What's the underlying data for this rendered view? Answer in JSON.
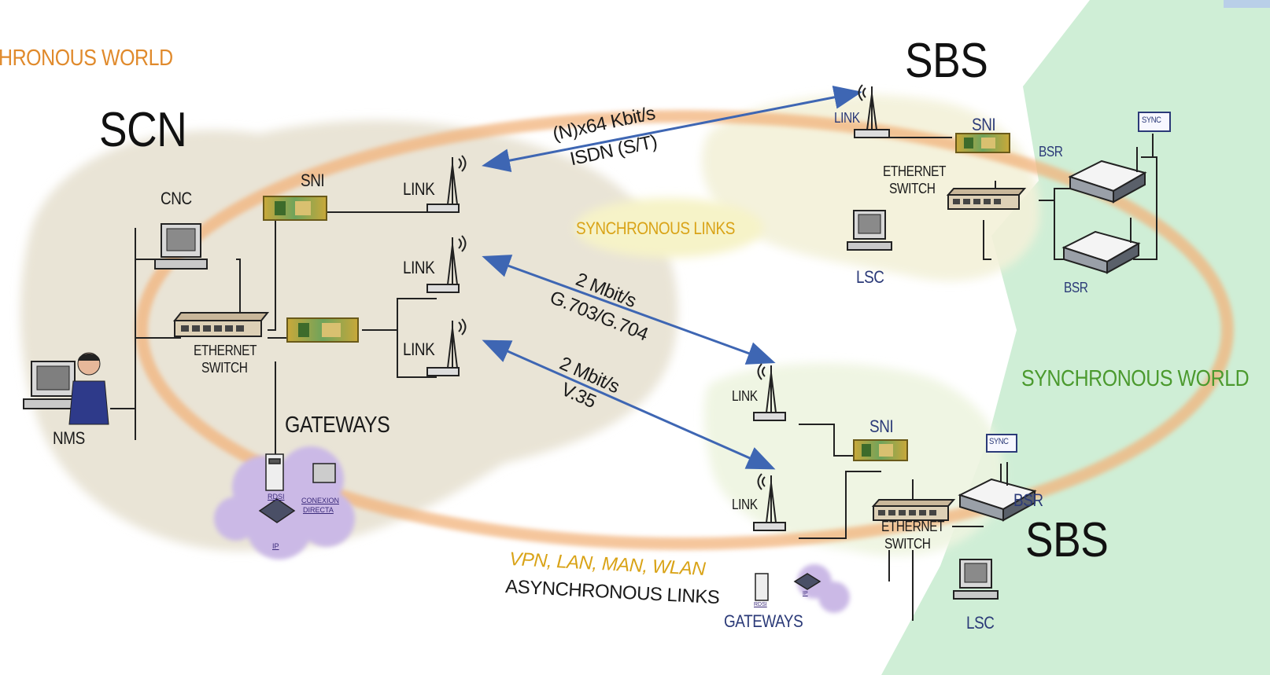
{
  "regions": {
    "async_world_label": "HRONOUS WORLD",
    "sync_world_label": "SYNCHRONOUS WORLD",
    "scn_title": "SCN",
    "sbs_top_title": "SBS",
    "sbs_bottom_title": "SBS"
  },
  "scn": {
    "cnc": "CNC",
    "nms": "NMS",
    "ethernet_switch_line1": "ETHERNET",
    "ethernet_switch_line2": "SWITCH",
    "sni": "SNI",
    "gateways": "GATEWAYS",
    "link_1": "LINK",
    "link_2": "LINK",
    "link_3": "LINK",
    "gw_rdsi": "RDSI",
    "gw_conexion_1": "CONEXION",
    "gw_conexion_2": "DIRECTA",
    "gw_ip": "IP"
  },
  "sbs_top": {
    "link": "LINK",
    "sni": "SNI",
    "ethernet_switch_line1": "ETHERNET",
    "ethernet_switch_line2": "SWITCH",
    "lsc": "LSC",
    "bsr_1": "BSR",
    "bsr_2": "BSR",
    "sync": "SYNC"
  },
  "sbs_bottom": {
    "link_1": "LINK",
    "link_2": "LINK",
    "sni": "SNI",
    "ethernet_switch_line1": "ETHERNET",
    "ethernet_switch_line2": "SWITCH",
    "bsr": "BSR",
    "sync": "SYNC",
    "lsc": "LSC",
    "gateways": "GATEWAYS",
    "gw_rdsi": "RDSI",
    "gw_ip": "IP"
  },
  "links": {
    "isdn_line1": "(N)x64 Kbit/s",
    "isdn_line2": "ISDN (S/T)",
    "g703_line1": "2 Mbit/s",
    "g703_line2": "G.703/G.704",
    "v35_line1": "2 Mbit/s",
    "v35_line2": "V.35",
    "sync_links": "SYNCHRONOUS LINKS",
    "async_line1": "VPN, LAN, MAN, WLAN",
    "async_line2": "ASYNCHRONOUS LINKS"
  },
  "colors": {
    "sync_world_fill": "#cfeed6",
    "scn_blob_fill": "#ebe6d8",
    "ring_orange": "#f0b07a",
    "arrow_blue": "#3e66b3",
    "gateway_cloud": "#c9b8e3"
  }
}
